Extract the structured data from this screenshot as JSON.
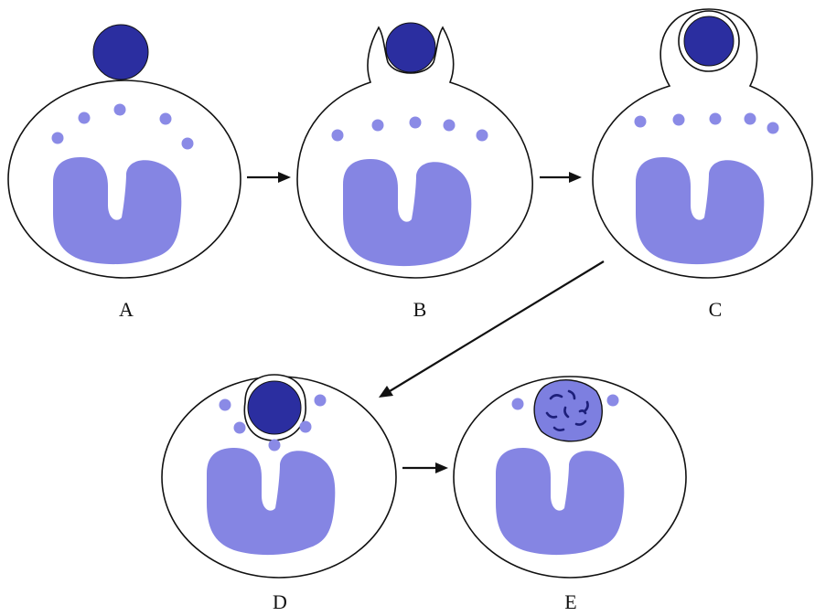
{
  "colors": {
    "nucleus": "#8585e3",
    "granule": "#8a8ae6",
    "particle": "#2b2ea0",
    "phagolysosome": "#7d7fe0",
    "debris": "#1d1f7a",
    "outline": "#111111",
    "background": "#ffffff"
  },
  "stages": [
    {
      "id": "A",
      "label": "A"
    },
    {
      "id": "B",
      "label": "B"
    },
    {
      "id": "C",
      "label": "C"
    },
    {
      "id": "D",
      "label": "D"
    },
    {
      "id": "E",
      "label": "E"
    }
  ],
  "arrows": [
    {
      "from": "A",
      "to": "B"
    },
    {
      "from": "B",
      "to": "C"
    },
    {
      "from": "C",
      "to": "D"
    },
    {
      "from": "D",
      "to": "E"
    }
  ]
}
